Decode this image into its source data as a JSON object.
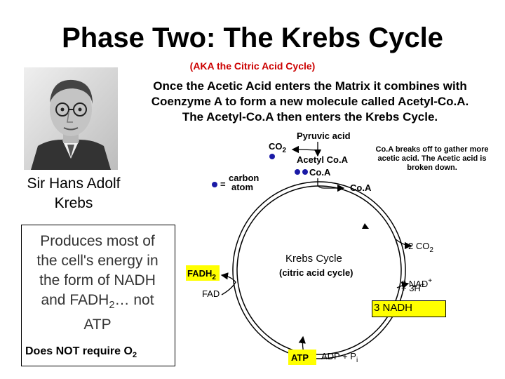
{
  "slide": {
    "title": "Phase Two: The Krebs Cycle",
    "subtitle": "(AKA the Citric Acid Cycle)",
    "intro": {
      "line1": "Once the Acetic Acid enters the Matrix it combines with",
      "line2": "Coenzyme A to form a new molecule called Acetyl-Co.A.",
      "line3": "The Acetyl-Co.A then enters the Krebs Cycle."
    },
    "scientist": {
      "line1": "Sir Hans Adolf",
      "line2": "Krebs"
    },
    "energy": {
      "line1": "Produces most of",
      "line2": "the cell's energy in",
      "line3": "the form of NADH",
      "line4_pre": "and FADH",
      "line4_sub": "2",
      "line4_post": "… not",
      "line5": "ATP"
    },
    "oxygen_note": {
      "text": "Does NOT require O",
      "sub": "2"
    },
    "coa_note": "Co.A breaks off to gather more acetic acid. The Acetic acid is broken down.",
    "nadh_highlight": "3 NADH"
  },
  "diagram": {
    "pyruvic": "Pyruvic acid",
    "co2_top": "CO",
    "co2_top_sub": "2",
    "acetyl": "Acetyl Co.A",
    "coa_in": "Co.A",
    "coa_out": "Co.A",
    "legend_eq": "=",
    "legend_word1": "carbon",
    "legend_word2": "atom",
    "cycle_title": "Krebs Cycle",
    "cycle_subtitle": "(citric acid cycle)",
    "co2_out": "2  CO",
    "co2_out_sub": "2",
    "nad": "3 NAD",
    "nad_sup": "+",
    "h": "+ 3H",
    "h_sup": "+",
    "fadh": "FADH",
    "fadh_sub": "2",
    "fad": "FAD",
    "atp": "ATP",
    "adp": "ADP + P",
    "adp_sub": "i"
  },
  "colors": {
    "accent_red": "#cc0000",
    "dot_blue": "#1a1aa6",
    "highlight_yellow": "#ffff00"
  }
}
